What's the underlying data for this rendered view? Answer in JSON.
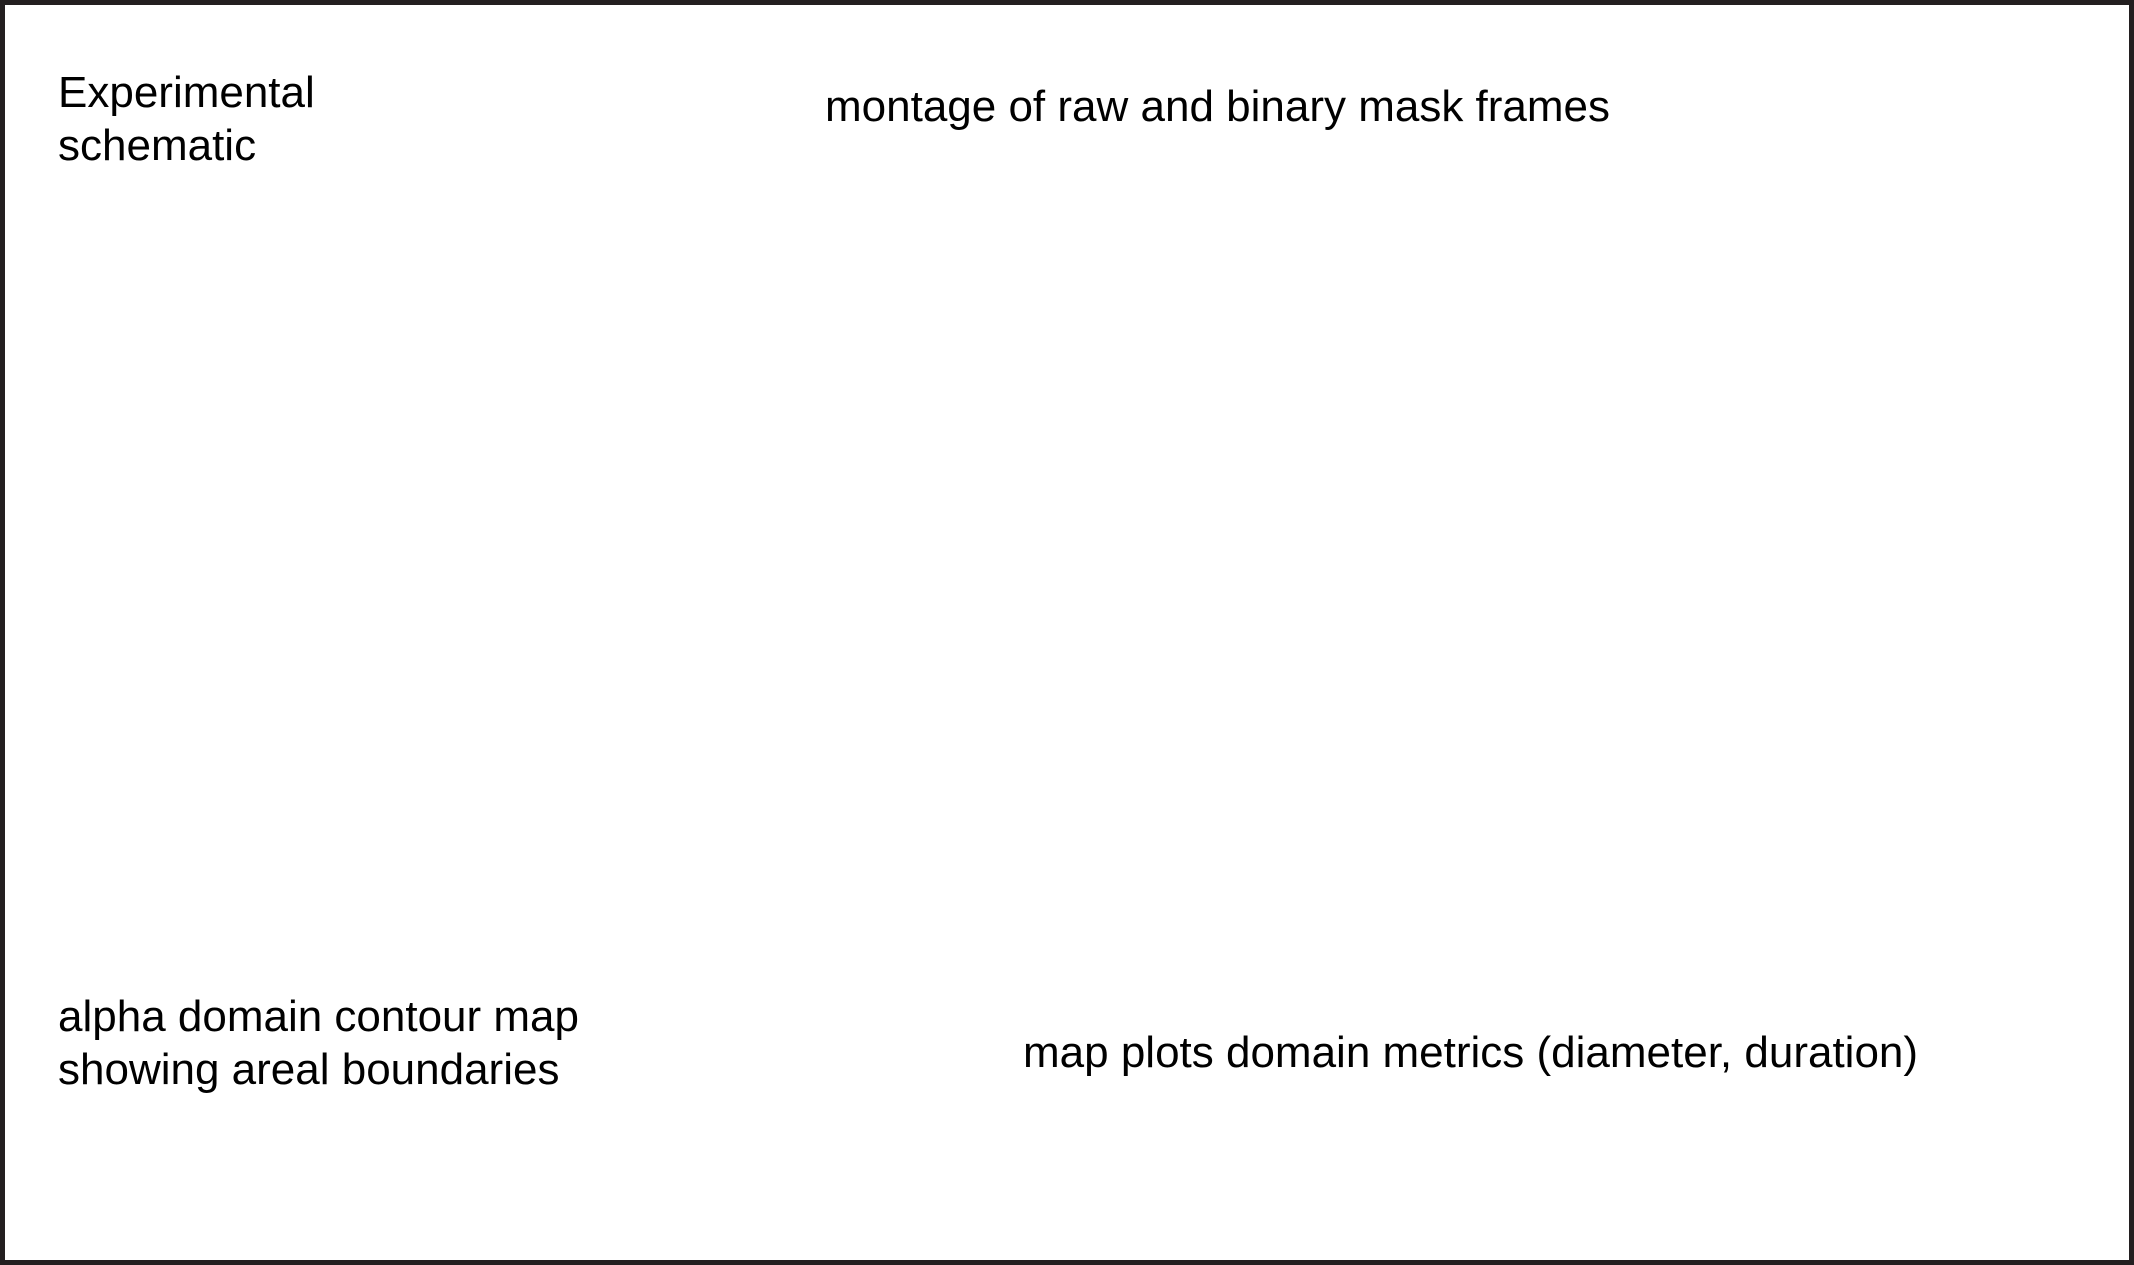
{
  "canvas": {
    "background_color": "#ffffff",
    "border_color": "#231f20",
    "text_color": "#000000"
  },
  "captions": {
    "top_left": "Experimental\nschematic",
    "top_center": "montage of raw and binary mask frames",
    "bottom_left": "alpha domain contour map\nshowing areal boundaries",
    "bottom_right": "map plots domain metrics (diameter, duration)"
  }
}
